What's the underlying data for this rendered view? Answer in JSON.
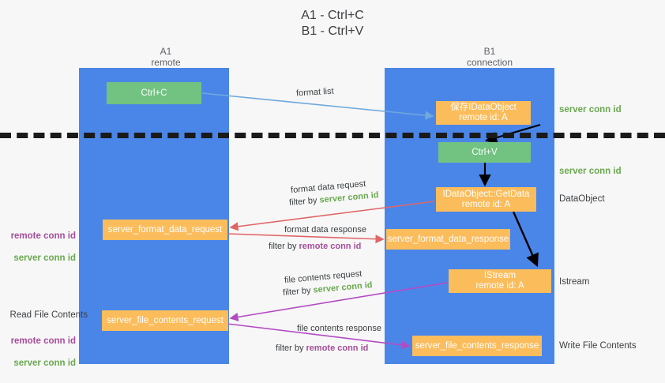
{
  "title": "A1 - Ctrl+C\nB1 - Ctrl+V",
  "lanes": [
    {
      "name": "a1",
      "title": "A1\nremote"
    },
    {
      "name": "b1",
      "title": "B1\nconnection"
    }
  ],
  "boxes": {
    "ctrl_c": "Ctrl+C",
    "save_idataobject": "保存IDataObject\nremote id: A",
    "ctrl_v": "Ctrl+V",
    "getdata": "IDataObject::GetData\nremote id: A",
    "format_data_request": "server_format_data_request",
    "format_data_response": "server_format_data_response",
    "istream": "IStream\nremote id: A",
    "file_contents_request": "server_file_contents_request",
    "file_contents_response": "server_file_contents_response"
  },
  "edges": {
    "format_list": "format list",
    "format_data_request": "format data request",
    "format_data_request_filter_prefix": "filter by ",
    "format_data_request_filter_value": "server conn id",
    "format_data_response": "format data response",
    "format_data_response_filter_prefix": "filter by ",
    "format_data_response_filter_value": "remote conn id",
    "file_contents_request": "file contents request",
    "file_contents_request_filter_prefix": "filter by ",
    "file_contents_request_filter_value": "server conn id",
    "file_contents_response": "file contents response",
    "file_contents_response_filter_prefix": "filter by ",
    "file_contents_response_filter_value": "remote conn id"
  },
  "notes": {
    "server_conn_top": "server conn id",
    "server_conn_mid": "server conn id",
    "dataobject": "DataObject",
    "istream": "Istream",
    "write_file_contents": "Write File Contents",
    "read_file_contents": "Read File Contents",
    "remote_conn_id": "remote conn id",
    "server_conn_id": "server conn id"
  },
  "colors": {
    "lane": "#4a86e8",
    "box_green": "#72c282",
    "box_orange": "#fbbc5c",
    "green_text": "#6aa84f",
    "purple_text": "#a64d9a",
    "arrow_blue": "#6fa8dc",
    "arrow_red": "#e06666",
    "arrow_purple": "#b44bc4",
    "arrow_black": "#000000",
    "background": "#f7f7f7"
  }
}
